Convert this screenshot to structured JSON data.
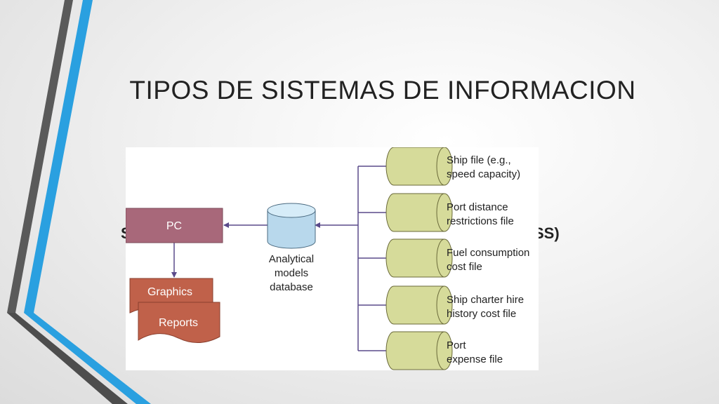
{
  "slide": {
    "title": "TIPOS DE SISTEMAS DE INFORMACION",
    "background_text_left": "S",
    "background_text_right": "SS)"
  },
  "colors": {
    "pc_box": "#a8687a",
    "report_box": "#c0614a",
    "file_cylinder": "#d6db9a",
    "database": "#b8d8ec",
    "arrow": "#5a4a8a",
    "accent_blue": "#2aa0e0",
    "accent_gray": "#555555"
  },
  "diagram": {
    "pc": "PC",
    "graphics": "Graphics",
    "reports": "Reports",
    "database": [
      "Analytical",
      "models",
      "database"
    ],
    "files": [
      [
        "Ship file (e.g.,",
        "speed capacity)"
      ],
      [
        "Port distance",
        "restrictions file"
      ],
      [
        "Fuel consumption",
        "cost file"
      ],
      [
        "Ship charter hire",
        "history cost file"
      ],
      [
        "Port",
        "expense file"
      ]
    ]
  }
}
